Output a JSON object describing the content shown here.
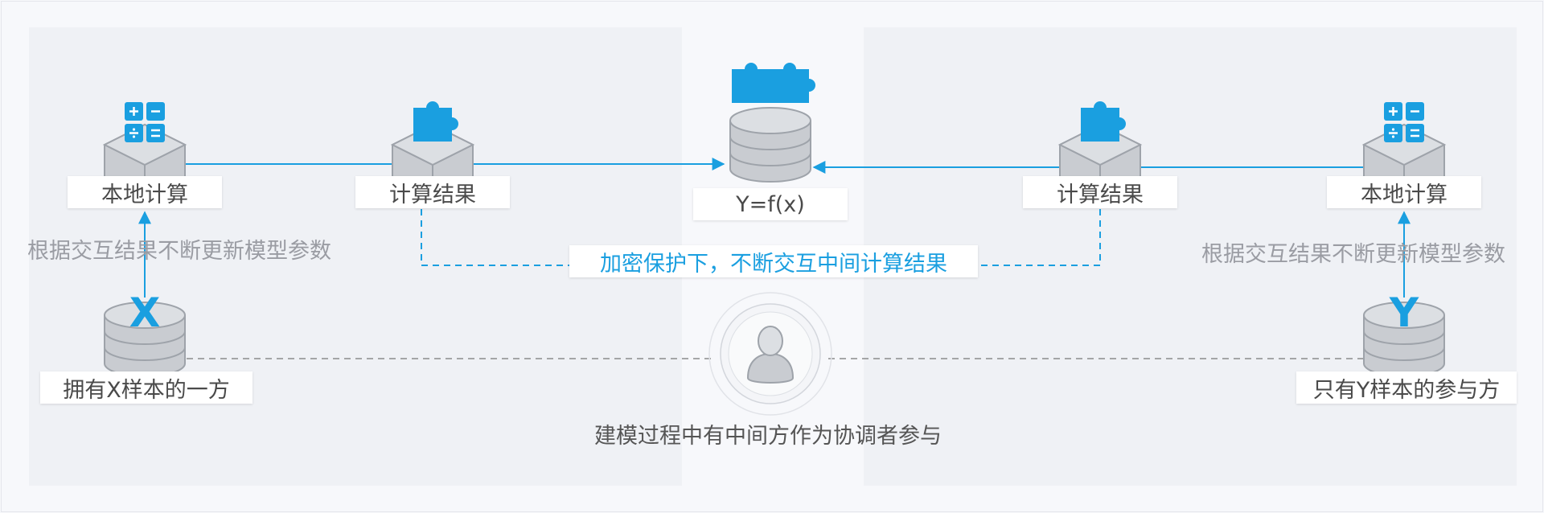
{
  "colors": {
    "accent": "#1a9fe0",
    "gray_shape": "#c9ccd1",
    "gray_stroke": "#9ea3aa",
    "text": "#4a4a4a",
    "note_text": "#9a9ca3",
    "dash_gray": "#8c8c8c"
  },
  "icons": {
    "calculator": "calculator-icon",
    "puzzle": "puzzle-piece-icon",
    "database": "database-icon",
    "cube": "cube-icon",
    "person": "person-icon"
  },
  "left": {
    "local_compute": "本地计算",
    "compute_result": "计算结果",
    "update_note": "根据交互结果不断更新模型参数",
    "x_letter": "X",
    "x_party": "拥有X样本的一方"
  },
  "center": {
    "model_label": "Y=f(x)",
    "encrypted_exchange": "加密保护下，不断交互中间计算结果",
    "coordinator_caption": "建模过程中有中间方作为协调者参与"
  },
  "right": {
    "local_compute": "本地计算",
    "compute_result": "计算结果",
    "update_note": "根据交互结果不断更新模型参数",
    "y_letter": "Y",
    "y_party": "只有Y样本的参与方"
  }
}
